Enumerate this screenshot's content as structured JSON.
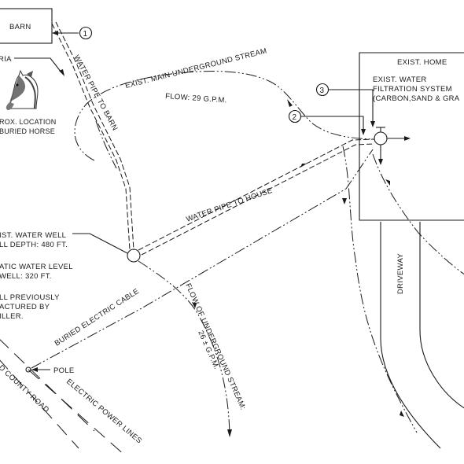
{
  "labels": {
    "barn": "BARN",
    "callout_1": "1",
    "callout_2": "2",
    "callout_3": "3",
    "area_fragment": "RIA",
    "horse_line1": "ROX. LOCATION",
    "horse_line2": "BURIED HORSE",
    "main_stream": "EXIST.  MAIN  UNDERGROUND  STREAM",
    "main_flow": "FLOW: 29 G.P.M.",
    "water_pipe_barn": "WATER  PIPE  TO  BARN",
    "home_title": "EXIST.  HOME",
    "filtration_line1": "EXIST.  WATER",
    "filtration_line2": "FILTRATION  SYSTEM",
    "filtration_line3": "(CARBON,SAND & GRA",
    "water_pipe_house": "WATER  PIPE  TO  HOUSE",
    "well_line1": "IST.  WATER  WELL",
    "well_line2": "LL  DEPTH:  480  FT.",
    "static_line1": "ATIC  WATER  LEVEL",
    "static_line2": "WELL:  320  FT.",
    "prev_line1": "LL  PREVIOUSLY",
    "prev_line2": "ACTURED  BY",
    "prev_line3": "ILLER.",
    "flow_under_line1": "FLOW  OF  UNDERGROUND  STREAM:",
    "flow_under_line2": "26 ± G.P.M.",
    "buried_cable": "BURIED  ELECTRIC  CABLE",
    "driveway": "DRIVEWAY",
    "pole": "POLE",
    "county_road": "D  COUNTY  ROAD",
    "power_lines": "ELECTRIC  POWER  LINES"
  }
}
